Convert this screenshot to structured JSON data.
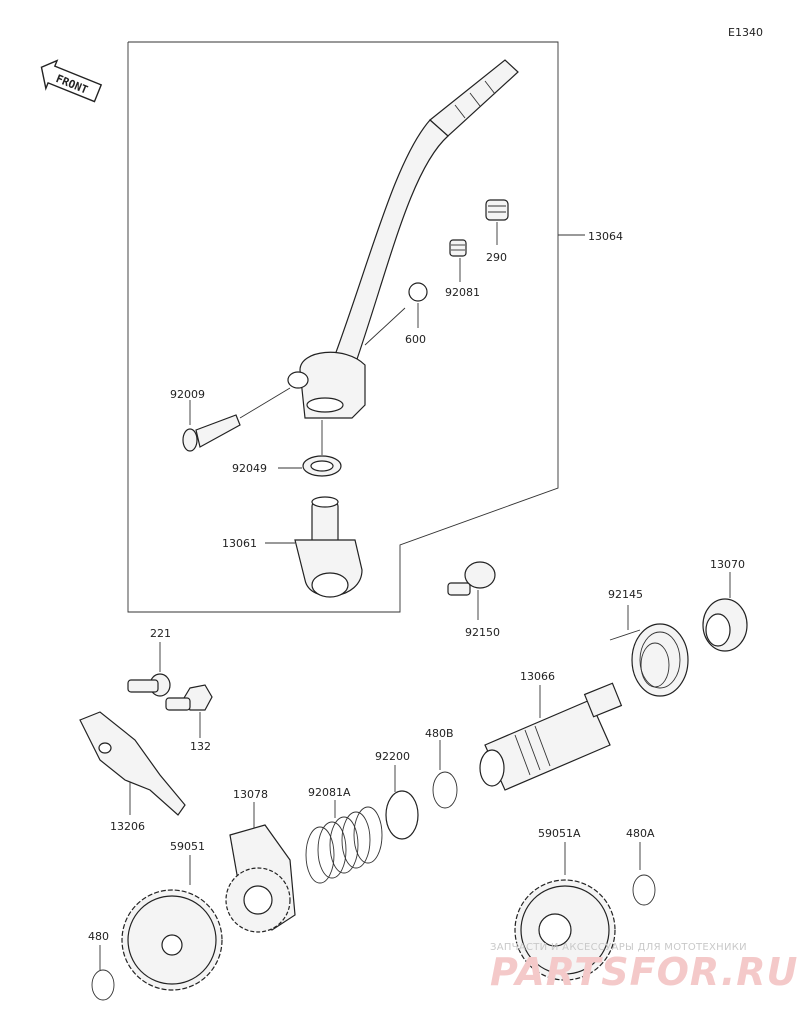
{
  "diagram_code": "E1340",
  "front_label": "FRONT",
  "callouts": {
    "p13064": "13064",
    "p290": "290",
    "p92081": "92081",
    "p600": "600",
    "p92009": "92009",
    "p92049": "92049",
    "p13061": "13061",
    "p92150": "92150",
    "p13070": "13070",
    "p92145": "92145",
    "p13066": "13066",
    "p221": "221",
    "p132": "132",
    "p13206": "13206",
    "p480B": "480B",
    "p92200": "92200",
    "p92081A": "92081A",
    "p13078": "13078",
    "p59051": "59051",
    "p59051A": "59051A",
    "p480A": "480A",
    "p480": "480"
  },
  "watermark": {
    "tagline": "ЗАПЧАСТИ И АКСЕССУАРЫ ДЛЯ МОТОТЕХНИКИ",
    "brand": "PARTSFOR.RU"
  }
}
